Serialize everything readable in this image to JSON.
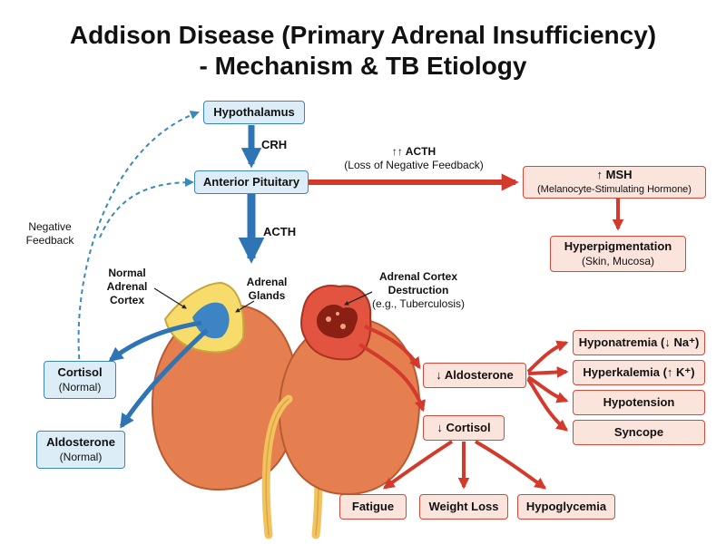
{
  "title": {
    "line1": "Addison Disease (Primary Adrenal Insufficiency)",
    "line2": "- Mechanism & TB Etiology"
  },
  "nodes": {
    "hypothalamus": "Hypothalamus",
    "anterior_pituitary": "Anterior Pituitary",
    "msh": {
      "label": "↑ MSH",
      "sub": "(Melanocyte-Stimulating Hormone)"
    },
    "hyperpigmentation": {
      "label": "Hyperpigmentation",
      "sub": "(Skin, Mucosa)"
    },
    "cortisol_normal": {
      "label": "Cortisol",
      "sub": "(Normal)"
    },
    "aldosterone_normal": {
      "label": "Aldosterone",
      "sub": "(Normal)"
    },
    "aldosterone_low": "↓ Aldosterone",
    "cortisol_low": "↓ Cortisol",
    "hyponatremia": "Hyponatremia (↓ Na⁺)",
    "hyperkalemia": "Hyperkalemia (↑ K⁺)",
    "hypotension": "Hypotension",
    "syncope": "Syncope",
    "fatigue": "Fatigue",
    "weight_loss": "Weight Loss",
    "hypoglycemia": "Hypoglycemia"
  },
  "labels": {
    "crh": "CRH",
    "acth": "ACTH",
    "acth_up": "↑↑ ACTH",
    "acth_up_sub": "(Loss of Negative Feedback)",
    "negative_feedback": [
      "Negative",
      "Feedback"
    ],
    "normal_cortex": [
      "Normal",
      "Adrenal",
      "Cortex"
    ],
    "adrenal_glands": [
      "Adrenal",
      "Glands"
    ],
    "destruction": [
      "Adrenal Cortex",
      "Destruction"
    ],
    "destruction_sub": "(e.g., Tuberculosis)"
  },
  "colors": {
    "blue_arrow": "#2f74b5",
    "red_arrow": "#d33a2c",
    "feedback_dash": "#3a8ab5",
    "blue_box_fill": "#dcedf8",
    "red_box_fill": "#fbe4dc",
    "kidney": "#e57f4f",
    "adrenal_normal": "#f7dc6b",
    "adrenal_medulla": "#3c84c4",
    "adrenal_damaged": "#e2543f"
  }
}
